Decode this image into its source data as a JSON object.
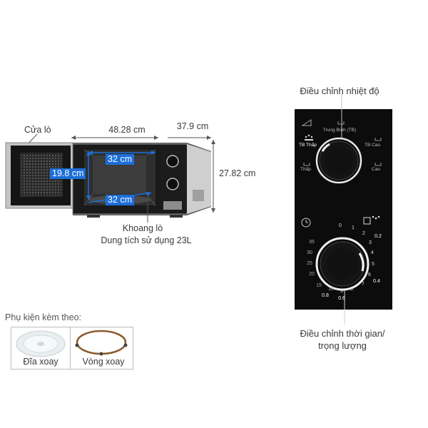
{
  "microwave": {
    "door_label": "Cửa lò",
    "width_label": "48.28 cm",
    "depth_label": "37.9 cm",
    "height_label": "27.82 cm",
    "inner_width_label": "32 cm",
    "inner_height_label": "19.8 cm",
    "inner_depth_label": "32 cm",
    "cavity_label": "Khoang lò",
    "capacity_label": "Dung tích sử dụng 23L"
  },
  "accessories": {
    "title": "Phụ kiện kèm theo:",
    "items": [
      {
        "label": "Đĩa xoay",
        "icon": "turntable-plate-icon"
      },
      {
        "label": "Vòng xoay",
        "icon": "roller-ring-icon"
      }
    ]
  },
  "control_panel": {
    "temp_title": "Điều chỉnh nhiệt độ",
    "time_title_line1": "Điều chỉnh thời gian/",
    "time_title_line2": "trọng lượng",
    "power_levels": {
      "low_medium": "TB Thấp",
      "medium": "Trung Bình (TB)",
      "medium_high": "TB Cao",
      "low": "Thấp",
      "high": "Cao"
    },
    "timer_ticks": [
      "0",
      "1",
      "2",
      "3",
      "4",
      "5",
      "6",
      "7",
      "8",
      "9",
      "10",
      "15",
      "20",
      "25",
      "30",
      "35"
    ],
    "weight_ticks": [
      "0.2",
      "0.4",
      "0.6",
      "0.8"
    ],
    "colors": {
      "panel": "#0c0c0c",
      "dimension_blue": "#1c6fd9",
      "panel_text": "#cfcfcf"
    }
  }
}
